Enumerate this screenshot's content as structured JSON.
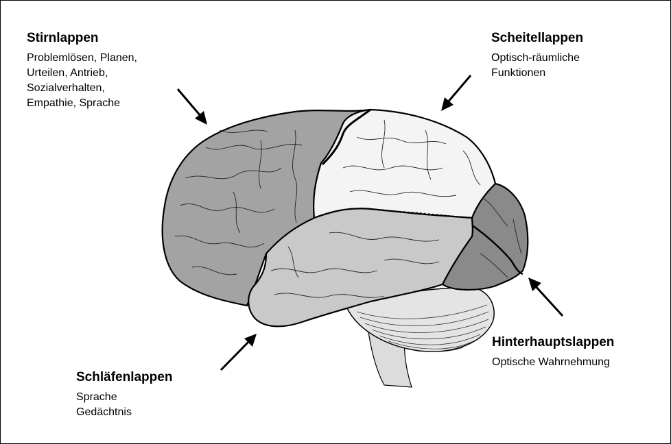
{
  "lobes": {
    "frontal": {
      "title": "Stirnlappen",
      "lines": [
        "Problemlösen, Planen,",
        "Urteilen, Antrieb,",
        "Sozialverhalten,",
        "Empathie, Sprache"
      ]
    },
    "parietal": {
      "title": "Scheitellappen",
      "lines": [
        "Optisch-räumliche",
        "Funktionen"
      ]
    },
    "occipital": {
      "title": "Hinterhauptslappen",
      "lines": [
        "Optische Wahrnehmung"
      ]
    },
    "temporal": {
      "title": "Schläfenlappen",
      "lines": [
        "Sprache",
        "Gedächtnis"
      ]
    }
  },
  "colors": {
    "frontal": "#a3a3a3",
    "parietal": "#f4f4f4",
    "temporal": "#c9c9c9",
    "occipital": "#8a8a8a",
    "cerebellum": "#e4e4e4",
    "outline": "#000000"
  }
}
